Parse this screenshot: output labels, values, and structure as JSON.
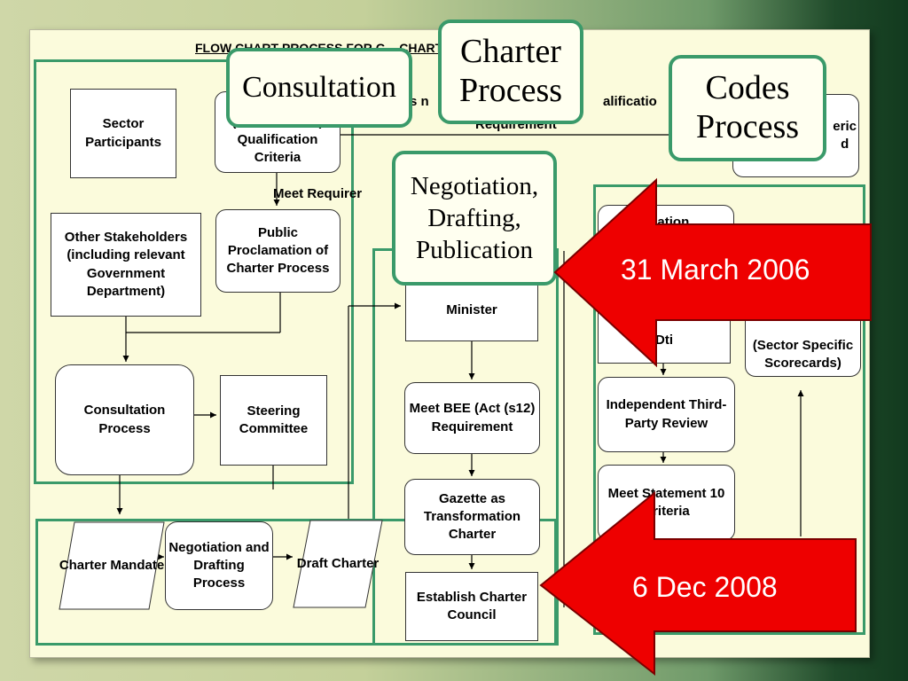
{
  "title": "FLOW CHART PROCESS FOR G... CHARTERS",
  "title_hidden_note": "",
  "labels": {
    "meet_requirements": "Meet Requirer",
    "mid_text": "s n",
    "qualification_text": "alificatio",
    "requirement_text": "Requirement"
  },
  "boxes": {
    "sector_participants": "Sector Participants",
    "statement_qualification": "(Statement 10) Qualification Criteria",
    "other_stakeholders": "Other Stakeholders (including relevant Government Department)",
    "public_proclamation": "Public Proclamation of Charter Process",
    "minister": "Minister",
    "consultation_process": "Consultation Process",
    "steering_committee": "Steering Committee",
    "meet_bee": "Meet BEE (Act (s12) Requirement",
    "gazette": "Gazette as Transformation Charter",
    "establish_council": "Establish Charter Council",
    "charter_mandate": "Charter Mandate",
    "negotiation_drafting": "Negotiation and Drafting Process",
    "draft_charter": "Draft Charter",
    "generic_partial": "eric\nd",
    "application_partial": "lication",
    "dti_partial": "Dti",
    "sector_specific": "(Sector Specific Scorecards)",
    "independent_review": "Independent Third-Party Review",
    "meet_statement10": "Meet Statement 10 Criteria"
  },
  "callouts": {
    "consultation": "Consultation",
    "charter_process": "Charter Process",
    "codes_process": "Codes Process",
    "negotiation": "Negotiation, Drafting, Publication"
  },
  "red_arrows": {
    "date1": "31 March 2006",
    "date2": "6 Dec 2008"
  },
  "colors": {
    "frame_green": "#3a9a6a",
    "arrow_red": "#ee0000",
    "slide_bg": "#fbfbdc"
  }
}
